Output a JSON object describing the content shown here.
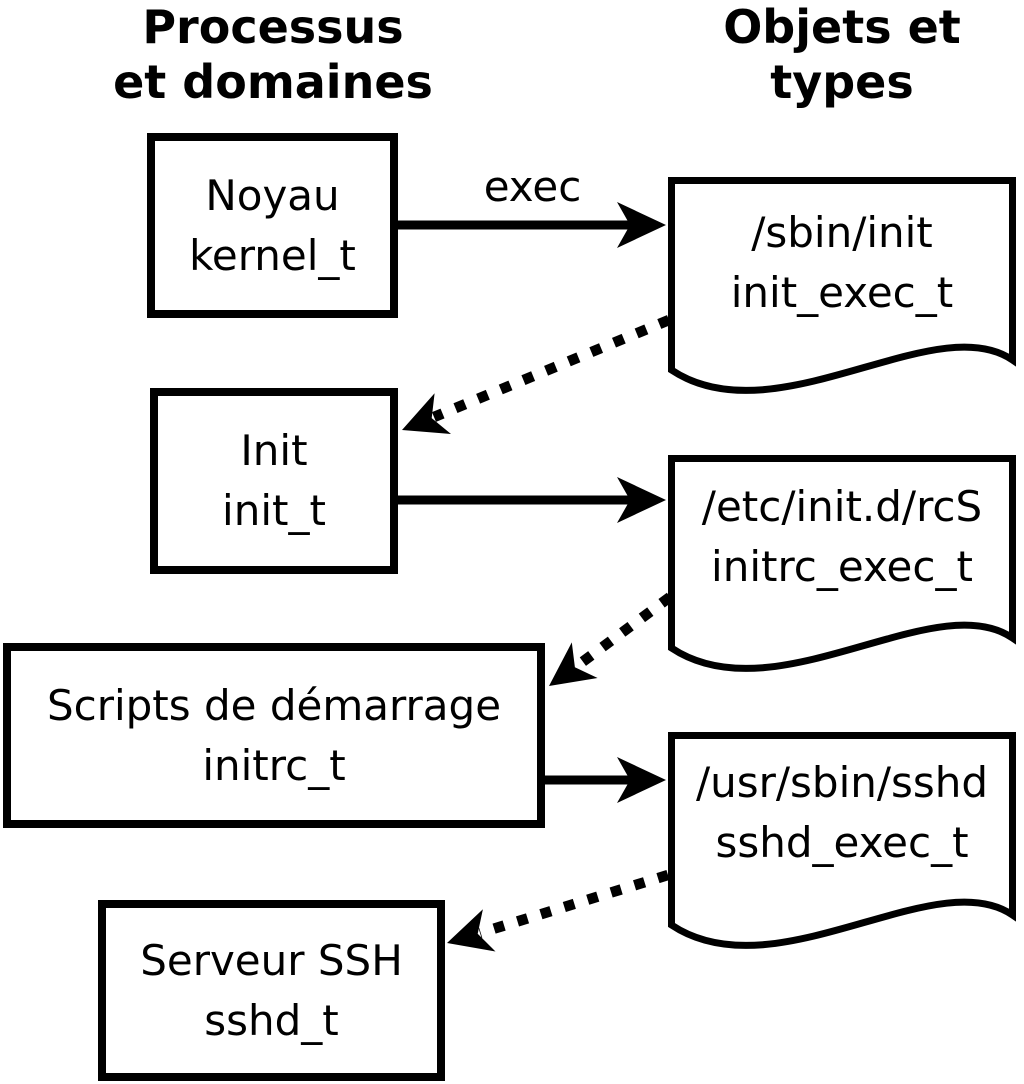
{
  "headers": {
    "processes_line1": "Processus",
    "processes_line2": "et domaines",
    "objects_line1": "Objets et",
    "objects_line2": "types"
  },
  "processes": [
    {
      "name": "Noyau",
      "domain": "kernel_t"
    },
    {
      "name": "Init",
      "domain": "init_t"
    },
    {
      "name": "Scripts de démarrage",
      "domain": "initrc_t"
    },
    {
      "name": "Serveur SSH",
      "domain": "sshd_t"
    }
  ],
  "objects": [
    {
      "path": "/sbin/init",
      "type": "init_exec_t"
    },
    {
      "path": "/etc/init.d/rcS",
      "type": "initrc_exec_t"
    },
    {
      "path": "/usr/sbin/sshd",
      "type": "sshd_exec_t"
    }
  ],
  "edges": [
    {
      "from": "kernel_t",
      "to": "init_exec_t",
      "style": "solid",
      "label": "exec"
    },
    {
      "from": "init_exec_t",
      "to": "init_t",
      "style": "dotted",
      "label": ""
    },
    {
      "from": "init_t",
      "to": "initrc_exec_t",
      "style": "solid",
      "label": ""
    },
    {
      "from": "initrc_exec_t",
      "to": "initrc_t",
      "style": "dotted",
      "label": ""
    },
    {
      "from": "initrc_t",
      "to": "sshd_exec_t",
      "style": "solid",
      "label": ""
    },
    {
      "from": "sshd_exec_t",
      "to": "sshd_t",
      "style": "dotted",
      "label": ""
    }
  ],
  "colors": {
    "ink": "#000000",
    "background": "#ffffff"
  }
}
